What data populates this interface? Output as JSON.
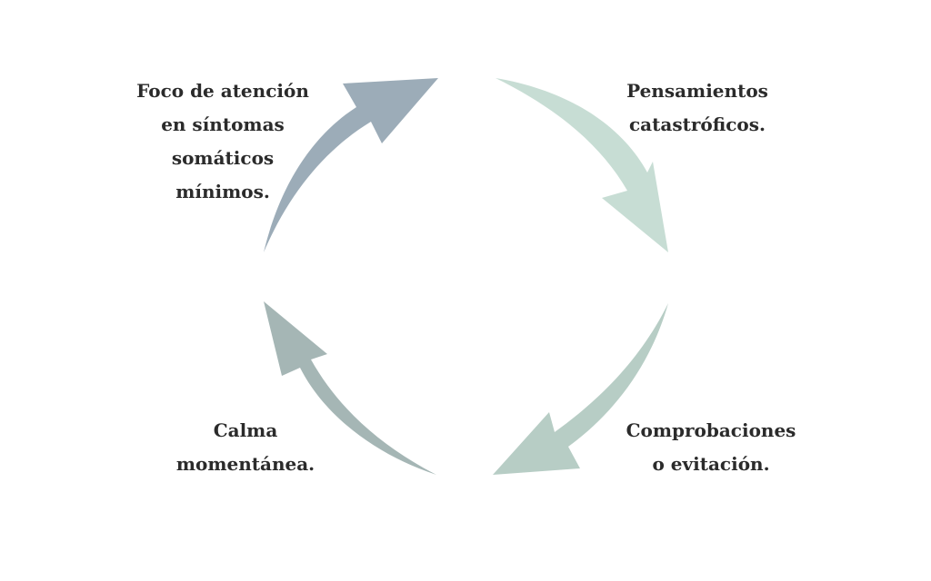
{
  "colors": {
    "top_left": "#9cacb8",
    "top_right": "#c7ddd4",
    "bottom_right": "#b7cdc5",
    "bottom_left": "#a5b6b5",
    "text": "#2b2b2b"
  },
  "nodes": {
    "top_left": {
      "line1": "Foco de atención",
      "line2": "en síntomas",
      "line3": "somáticos",
      "line4": "mínimos."
    },
    "top_right": {
      "line1": "Pensamientos",
      "line2": "catastróficos."
    },
    "bottom_right": {
      "line1": "Comprobaciones",
      "line2": "o evitación."
    },
    "bottom_left": {
      "line1": "Calma",
      "line2": "momentánea."
    }
  }
}
